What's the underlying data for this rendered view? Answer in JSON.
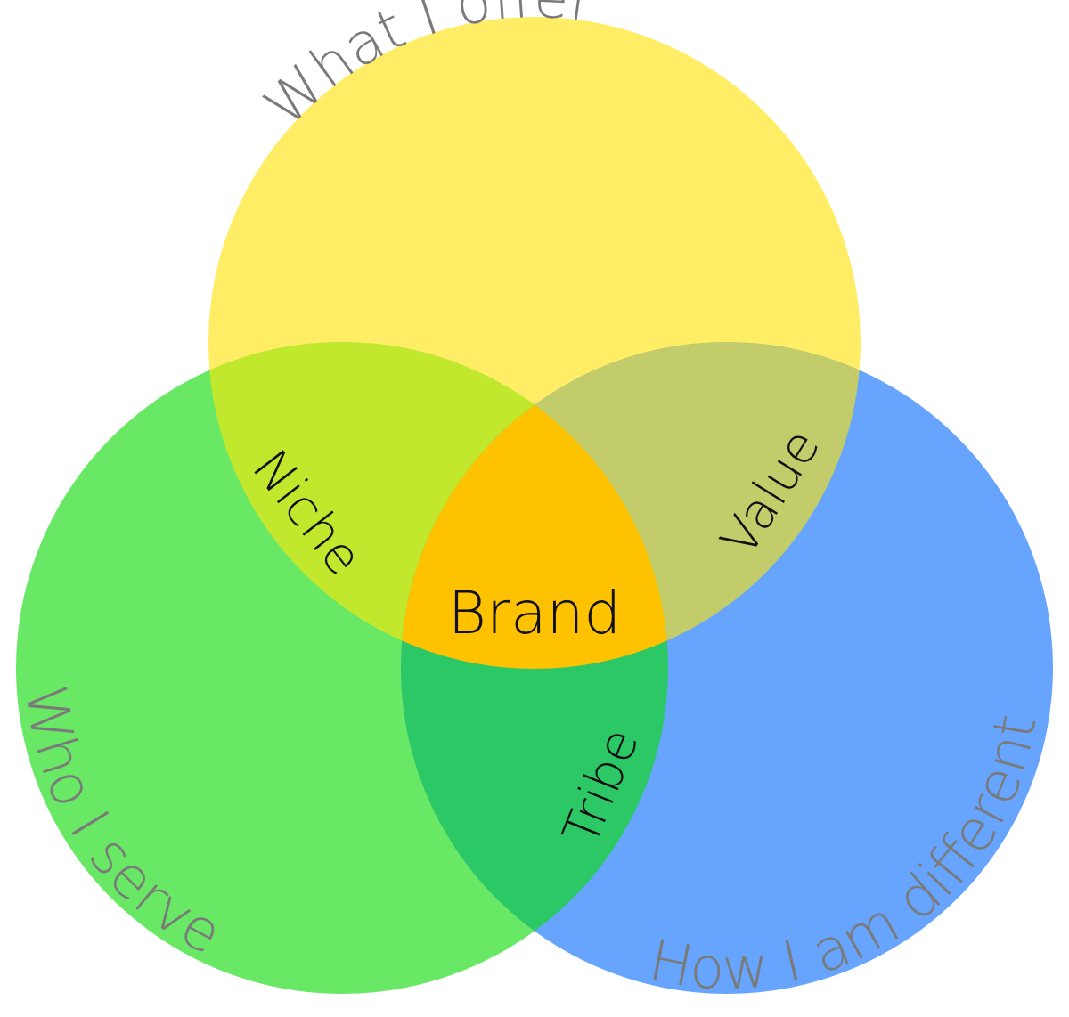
{
  "circles": {
    "top": {
      "label": "What I offer",
      "fill": "#FFED66"
    },
    "left": {
      "label": "Who I serve",
      "fill": "#68E865"
    },
    "right": {
      "label": "How I am different",
      "fill": "#66A4FD"
    }
  },
  "overlaps": {
    "top_left": {
      "label": "Niche",
      "fill": "#C2E82D"
    },
    "top_right": {
      "label": "Value",
      "fill": "#C3CC6B"
    },
    "left_right": {
      "label": "Tribe",
      "fill": "#2DC866"
    }
  },
  "center": {
    "label": "Brand",
    "fill": "#FFC200"
  },
  "colors": {
    "circle_label_text": "#7A7A7A",
    "overlap_label_text": "#111111"
  }
}
